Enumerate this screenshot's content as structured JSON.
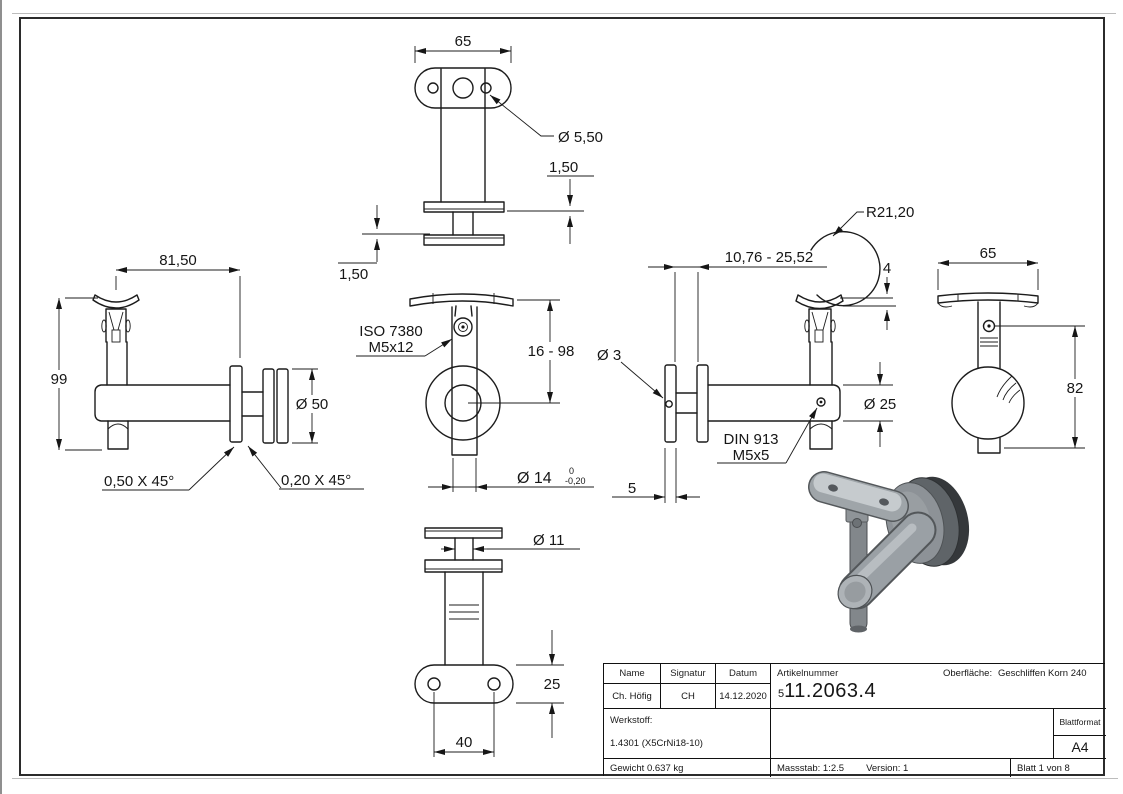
{
  "page": {
    "background": "#ffffff",
    "line_color": "#1c1c1c"
  },
  "views": {
    "top": {
      "dim_width": "65",
      "dim_hole": "Ø 5,50",
      "dim_plate_right": "1,50",
      "dim_plate_left": "1,50"
    },
    "side_left": {
      "dim_width": "81,50",
      "dim_height": "99",
      "dim_disc": "Ø 50",
      "chamfer_left": "0,50 X 45°",
      "chamfer_right": "0,20 X 45°"
    },
    "front": {
      "screw_std": "ISO 7380",
      "screw_size": "M5x12",
      "dim_range": "16 - 98",
      "dim_shaft": "Ø 14",
      "shaft_tol_upper": "0",
      "shaft_tol_lower": "-0,20"
    },
    "side_right": {
      "dim_radius": "R21,20",
      "dim_range": "10,76 - 25,52",
      "dim_lip": "4",
      "dim_hole": "Ø 3",
      "setscrew_std": "DIN 913",
      "setscrew_size": "M5x5",
      "dim_tube": "Ø 25",
      "dim_plate_th": "5"
    },
    "rear": {
      "dim_width": "65",
      "dim_height": "82"
    },
    "bottom": {
      "dim_waist": "Ø 11",
      "dim_depth": "25",
      "dim_hole_dist": "40"
    }
  },
  "title_block": {
    "col_name_header": "Name",
    "col_signatur_header": "Signatur",
    "col_datum_header": "Datum",
    "name": "Ch. Höfig",
    "signatur": "CH",
    "datum": "14.12.2020",
    "artikelnummer_label": "Artikelnummer",
    "artikelnummer_prefix": "5",
    "artikelnummer": "11.2063.4",
    "oberflaeche_label": "Oberfläche:",
    "oberflaeche_value": "Geschliffen Korn 240",
    "werkstoff_label": "Werkstoff:",
    "werkstoff_value": "1.4301 (X5CrNi18-10)",
    "blattformat_label": "Blattformat",
    "blattformat_value": "A4",
    "gewicht": "Gewicht 0.637 kg",
    "massstab": "Massstab: 1:2.5",
    "version": "Version: 1",
    "blatt": "Blatt 1 von 8"
  }
}
